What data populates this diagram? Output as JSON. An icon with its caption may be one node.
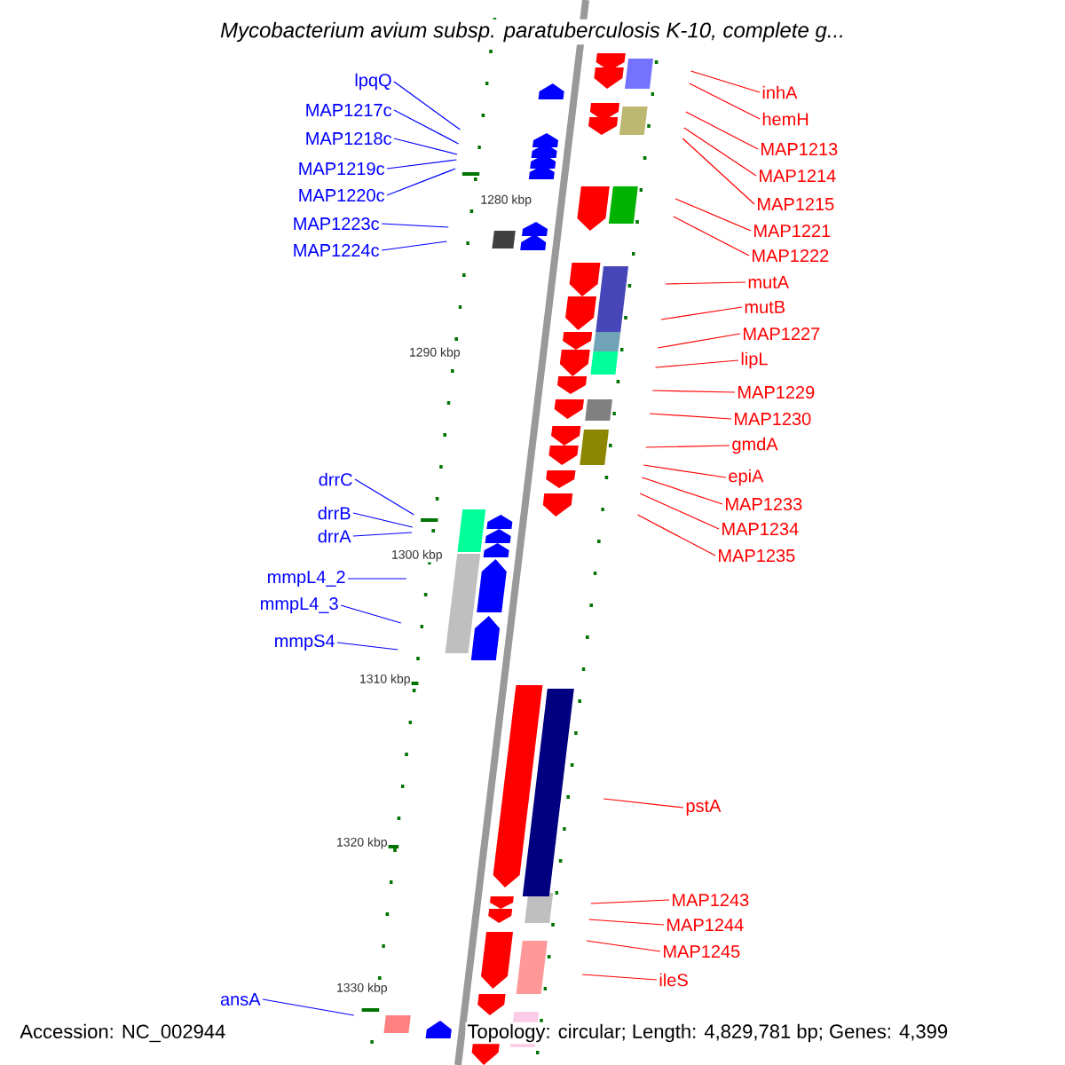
{
  "diagram": {
    "title": "Mycobacterium avium subsp. paratuberculosis K-10, complete g...",
    "nodes": [
      {
        "text": [
          "lpqQ"
        ]
      },
      {
        "text": [
          "MAP1217c"
        ]
      },
      {
        "text": [
          "MAP1218c"
        ]
      },
      {
        "text": [
          "MAP1219c"
        ]
      },
      {
        "text": [
          "MAP1220c"
        ]
      },
      {
        "text": [
          "MAP1223c"
        ]
      },
      {
        "text": [
          "MAP1224c"
        ]
      },
      {
        "text": [
          "drrC"
        ]
      },
      {
        "text": [
          "drrB"
        ]
      },
      {
        "text": [
          "drrA"
        ]
      },
      {
        "text": [
          "mmpL4_2"
        ]
      },
      {
        "text": [
          "mmpL4_3"
        ]
      },
      {
        "text": [
          "mmpS4"
        ]
      },
      {
        "text": [
          "ansA"
        ]
      },
      {
        "text": [
          "inhA"
        ]
      },
      {
        "text": [
          "hemH"
        ]
      },
      {
        "text": [
          "MAP1213"
        ]
      },
      {
        "text": [
          "MAP1214"
        ]
      },
      {
        "text": [
          "MAP1215"
        ]
      },
      {
        "text": [
          "MAP1221"
        ]
      },
      {
        "text": [
          "MAP1222"
        ]
      },
      {
        "text": [
          "mutA"
        ]
      },
      {
        "text": [
          "mutB"
        ]
      },
      {
        "text": [
          "MAP1227"
        ]
      },
      {
        "text": [
          "lipL"
        ]
      },
      {
        "text": [
          "MAP1229"
        ]
      },
      {
        "text": [
          "MAP1230"
        ]
      },
      {
        "text": [
          "gmdA"
        ]
      },
      {
        "text": [
          "epiA"
        ]
      },
      {
        "text": [
          "MAP1233"
        ]
      },
      {
        "text": [
          "MAP1234"
        ]
      },
      {
        "text": [
          "MAP1235"
        ]
      },
      {
        "text": [
          "pstA"
        ]
      },
      {
        "text": [
          "MAP1243"
        ]
      },
      {
        "text": [
          "MAP1244"
        ]
      },
      {
        "text": [
          "MAP1245"
        ]
      },
      {
        "text": [
          "ileS"
        ]
      }
    ],
    "edges": [
      {
        "from": 0,
        "to": null,
        "arrow": "none",
        "color": "#0000ff"
      },
      {
        "from": 1,
        "to": null,
        "arrow": "none",
        "color": "#0000ff"
      },
      {
        "from": 2,
        "to": null,
        "arrow": "none",
        "color": "#0000ff"
      },
      {
        "from": 3,
        "to": null,
        "arrow": "none",
        "color": "#0000ff"
      },
      {
        "from": 4,
        "to": null,
        "arrow": "none",
        "color": "#0000ff"
      },
      {
        "from": 5,
        "to": null,
        "arrow": "none",
        "color": "#0000ff"
      },
      {
        "from": 6,
        "to": null,
        "arrow": "none",
        "color": "#0000ff"
      },
      {
        "from": 7,
        "to": null,
        "arrow": "none",
        "color": "#0000ff"
      },
      {
        "from": 8,
        "to": null,
        "arrow": "none",
        "color": "#0000ff"
      },
      {
        "from": 9,
        "to": null,
        "arrow": "none",
        "color": "#0000ff"
      },
      {
        "from": 10,
        "to": null,
        "arrow": "none",
        "color": "#0000ff"
      },
      {
        "from": 11,
        "to": null,
        "arrow": "none",
        "color": "#0000ff"
      },
      {
        "from": 12,
        "to": null,
        "arrow": "none",
        "color": "#0000ff"
      },
      {
        "from": 13,
        "to": null,
        "arrow": "none",
        "color": "#0000ff"
      },
      {
        "from": 14,
        "to": null,
        "arrow": "none"
      },
      {
        "from": 15,
        "to": null,
        "arrow": "none"
      },
      {
        "from": 16,
        "to": null,
        "arrow": "none"
      },
      {
        "from": 17,
        "to": null,
        "arrow": "none"
      },
      {
        "from": 18,
        "to": null,
        "arrow": "none"
      },
      {
        "from": 19,
        "to": null,
        "arrow": "none"
      },
      {
        "from": 20,
        "to": null,
        "arrow": "none"
      },
      {
        "from": 21,
        "to": null,
        "arrow": "none"
      },
      {
        "from": 22,
        "to": null,
        "arrow": "none"
      },
      {
        "from": 23,
        "to": null,
        "arrow": "none"
      },
      {
        "from": 24,
        "to": null,
        "arrow": "none"
      },
      {
        "from": 25,
        "to": null,
        "arrow": "none"
      },
      {
        "from": 26,
        "to": null,
        "arrow": "none"
      },
      {
        "from": 27,
        "to": null,
        "arrow": "none"
      },
      {
        "from": 28,
        "to": null,
        "arrow": "none"
      },
      {
        "from": 29,
        "to": null,
        "arrow": "none"
      },
      {
        "from": 30,
        "to": null,
        "arrow": "none"
      },
      {
        "from": 31,
        "to": null,
        "arrow": "none"
      },
      {
        "from": 32,
        "to": null,
        "arrow": "none"
      },
      {
        "from": 33,
        "to": null,
        "arrow": "none"
      },
      {
        "from": 34,
        "to": null,
        "arrow": "none"
      },
      {
        "from": 35,
        "to": null,
        "arrow": "none"
      },
      {
        "from": 36,
        "to": null,
        "arrow": "none"
      }
    ],
    "labels": [
      "1280 kbp",
      "1290 kbp",
      "1300 kbp",
      "1310 kbp",
      "1320 kbp",
      "1330 kbp",
      "Accession: NC_002944",
      "Topology: circular; Length: 4,829,781 bp; Genes: 4,399"
    ]
  }
}
